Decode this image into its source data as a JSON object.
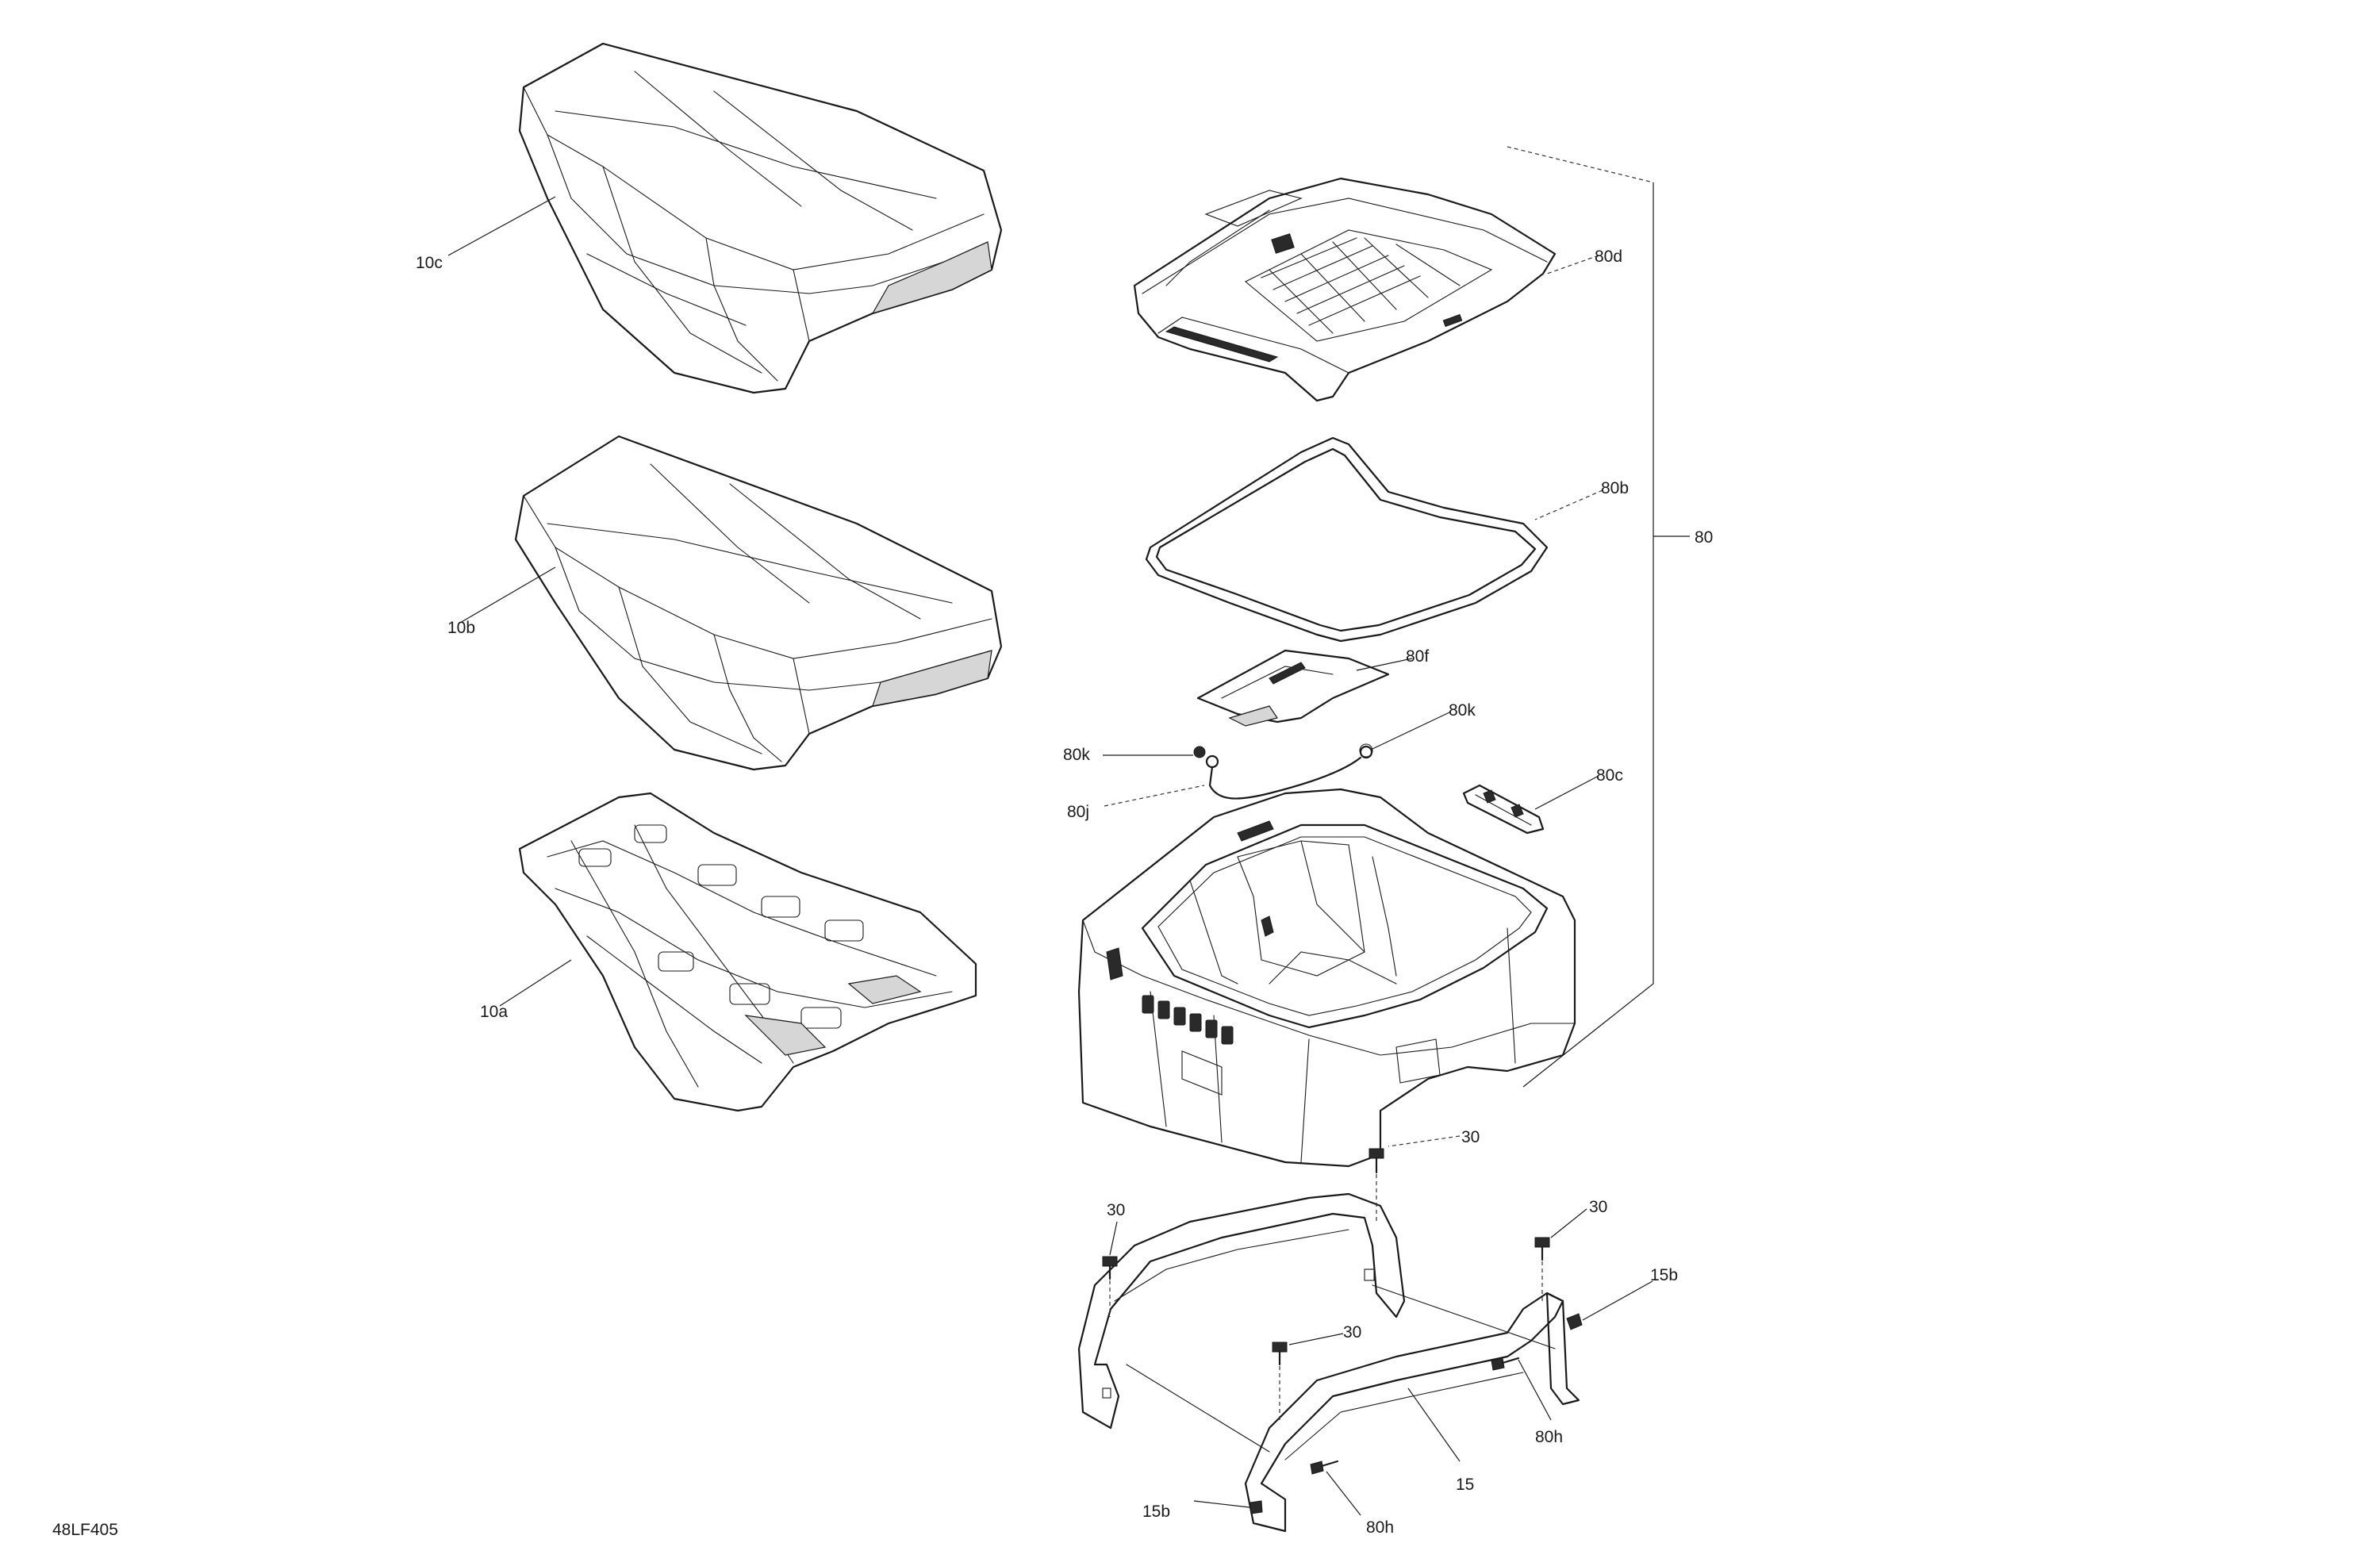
{
  "drawing_ref": "48LF405",
  "labels": {
    "l10c": "10c",
    "l10b": "10b",
    "l10a": "10a",
    "l80d": "80d",
    "l80b": "80b",
    "l80": "80",
    "l80f": "80f",
    "l80k_right": "80k",
    "l80k_left": "80k",
    "l80j": "80j",
    "l80c": "80c",
    "l30_top": "30",
    "l30_left": "30",
    "l30_right": "30",
    "l30_mid": "30",
    "l15b_right": "15b",
    "l80h_right": "80h",
    "l15": "15",
    "l15b_left": "15b",
    "l80h_bottom": "80h"
  }
}
